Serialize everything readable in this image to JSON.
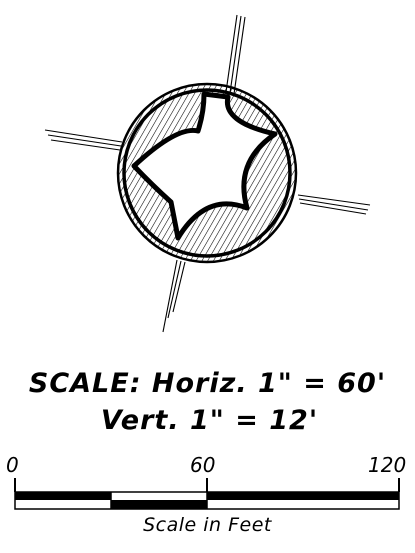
{
  "scale": {
    "horizontal_text": "SCALE: Horiz. 1\" = 60'",
    "vertical_text": "Vert. 1\" = 12'",
    "ticks": [
      "0",
      "60",
      "120"
    ],
    "caption": "Scale in Feet"
  },
  "colors": {
    "ink": "#000000",
    "paper": "#ffffff"
  }
}
